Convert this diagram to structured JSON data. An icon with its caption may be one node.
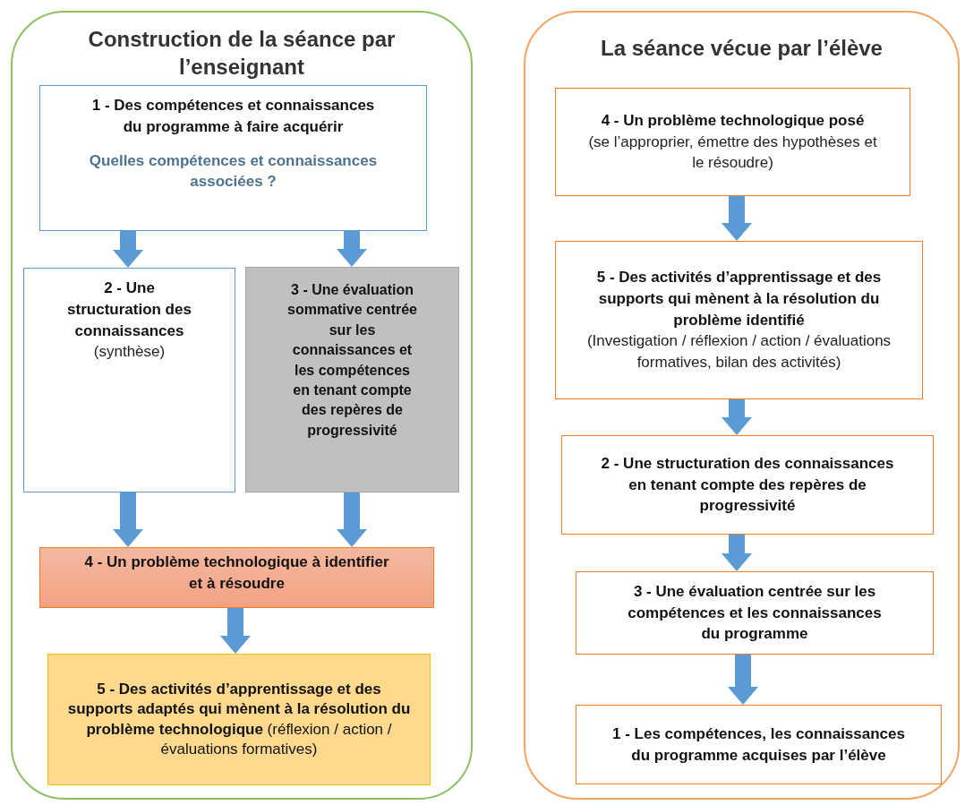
{
  "diagram": {
    "nodes": [
      {
        "text": [
          "Construction de la séance par l’enseignant"
        ]
      },
      {
        "text": [
          "1 - Des compétences et connaissances du programme à faire acquérir",
          "Quelles compétences et connaissances associées ?"
        ],
        "in": 0
      },
      {
        "text": [
          "2 - Une structuration des connaissances",
          "(synthèse)"
        ],
        "in": 0
      },
      {
        "text": [
          "3 - Une évaluation sommative centrée sur les connaissances et les compétences en tenant compte des repères de progressivité"
        ],
        "in": 0
      },
      {
        "text": [
          "4 - Un problème technologique à identifier et à résoudre"
        ],
        "in": 0
      },
      {
        "text": [
          "**5 - Des activités d’apprentissage et des supports adaptés qui mènent à la résolution du problème technologique** (réflexion / action / évaluations formatives)"
        ],
        "in": 0
      },
      {
        "text": [
          "La séance vécue par l’élève"
        ]
      },
      {
        "text": [
          "4 - Un problème technologique posé",
          "(se l’approprier, émettre des hypothèses et le résoudre)"
        ],
        "in": 6
      },
      {
        "text": [
          "5 - Des activités d’apprentissage et des supports qui mènent à la résolution du problème identifié",
          "(Investigation / réflexion / action / évaluations formatives, bilan des activités)"
        ],
        "in": 6
      },
      {
        "text": [
          "2 - Une structuration des connaissances en tenant compte des repères de progressivité"
        ],
        "in": 6
      },
      {
        "text": [
          "3 - Une évaluation centrée sur les compétences et les connaissances du programme"
        ],
        "in": 6
      },
      {
        "text": [
          "1 - Les compétences, les connaissances du programme acquises par l’élève"
        ],
        "in": 6
      }
    ],
    "edges": [
      {
        "from": 1,
        "to": 2,
        "arrow": "to"
      },
      {
        "from": 1,
        "to": 3,
        "arrow": "to"
      },
      {
        "from": 2,
        "to": 4,
        "arrow": "to"
      },
      {
        "from": 3,
        "to": 4,
        "arrow": "to"
      },
      {
        "from": 4,
        "to": 5,
        "arrow": "to"
      },
      {
        "from": 7,
        "to": 8,
        "arrow": "to"
      },
      {
        "from": 8,
        "to": 9,
        "arrow": "to"
      },
      {
        "from": 9,
        "to": 10,
        "arrow": "to"
      },
      {
        "from": 10,
        "to": 11,
        "arrow": "to"
      }
    ]
  }
}
